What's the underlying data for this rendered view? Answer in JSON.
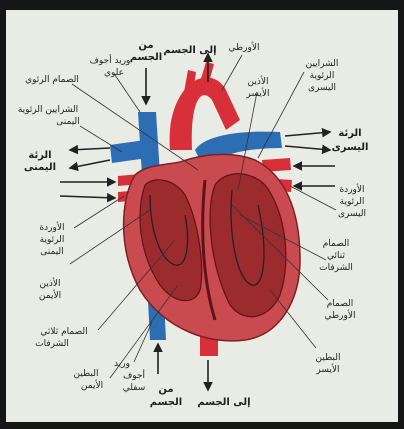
{
  "colors": {
    "aorta_red": "#d7303a",
    "vena_blue": "#2c6db3",
    "muscle": "#c94b4f",
    "chamber_dark": "#9c2b2e",
    "paper": "#e9ece4"
  },
  "labels": {
    "from_body_top": [
      "من",
      "الجسم"
    ],
    "to_body_top": "إلى الجسم",
    "superior_vena_cava": [
      "وريد أجوف",
      "علوي"
    ],
    "aorta": "الأورطي",
    "pulmonary_valve": "الصمام الرئوي",
    "left_pulmonary_arteries": [
      "الشرايين",
      "الرئوية",
      "اليسرى"
    ],
    "right_pulmonary_arteries": [
      "الشرايين الرئوية",
      "اليمنى"
    ],
    "left_atrium": [
      "الأذين",
      "الأيسر"
    ],
    "right_lung": [
      "الرئة",
      "اليمنى"
    ],
    "left_lung": [
      "الرئة",
      "اليسرى"
    ],
    "left_pulmonary_veins": [
      "الأوردة",
      "الرئوية",
      "اليسرى"
    ],
    "right_pulmonary_veins": [
      "الأوردة",
      "الرئوية",
      "اليمنى"
    ],
    "mitral_valve": [
      "الصمام",
      "ثنائي",
      "الشرفات"
    ],
    "right_atrium": [
      "الأذين",
      "الأيمن"
    ],
    "aortic_valve": [
      "الصمام",
      "الأورطي"
    ],
    "tricuspid_valve": [
      "الصمام ثلاثي",
      "الشرفات"
    ],
    "right_ventricle": [
      "البطين",
      "الأيمن"
    ],
    "left_ventricle": [
      "البطين",
      "الأيسر"
    ],
    "inferior_vena_cava": [
      "وريد",
      "أجوف",
      "سفلي"
    ],
    "from_body_bottom": [
      "من",
      "الجسم"
    ],
    "to_body_bottom": "إلى الجسم"
  }
}
